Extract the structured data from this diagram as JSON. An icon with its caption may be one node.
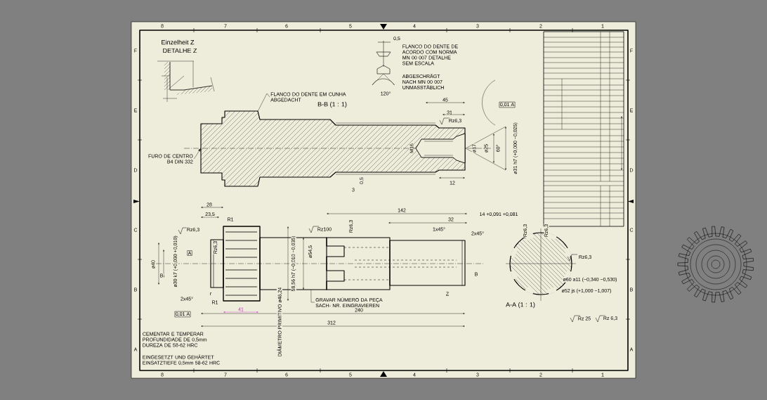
{
  "diagram": {
    "nodes": [
      {
        "text": [
          "FLANCO DO DENTE EM CUNHA ABGEDACHT"
        ]
      },
      {
        "text": [
          "FURO DE CENTRO B4 DIN 332"
        ]
      },
      {
        "text": [
          "GRAVAR NÚMERO DA PEÇA SACH- NR. EINGRAVIEREN"
        ]
      },
      {
        "text": [],
        "shape": "picture"
      },
      {
        "text": [],
        "shape": "picture"
      }
    ],
    "edges": [
      {
        "from": 0,
        "to": 3,
        "arrow": "none"
      },
      {
        "from": 1,
        "to": 3,
        "arrow": "to"
      },
      {
        "from": 2,
        "to": 4,
        "arrow": "none"
      }
    ],
    "labels": [
      "8",
      "7",
      "6",
      "5",
      "4",
      "3",
      "2",
      "1",
      "8",
      "7",
      "6",
      "5",
      "4",
      "3",
      "2",
      "1",
      "F",
      "E",
      "D",
      "C",
      "B",
      "A",
      "F",
      "E",
      "D",
      "C",
      "B",
      "A",
      "Einzelheit Z",
      "DETALHE Z",
      "0,5",
      "FLANCO DO DENTE DE ACORDO COM NORMA MN 00 007 DETALHE SEM ESCALA",
      "ABGESCHRÄGT NACH MN 00 007 UNMASSTÄBLICH",
      "120°",
      "B-B (1 : 1)",
      "45",
      "31",
      "Rz6,3",
      "0,01 A",
      "M16",
      "ø17",
      "ø25",
      "60°",
      "ø31 h7 (+0,000 −0,025)",
      "0,5",
      "3",
      "12",
      "28",
      "23,5",
      "R1",
      "Rz6,3",
      "Rz6,3",
      "A",
      "ø40",
      "ø30 k7 (+0,030 +0,010)",
      "B",
      "2x45°",
      "r",
      "R1",
      "0,01 A",
      "41",
      "Rz100",
      "58,56 h7 (−0,010 −0,035)",
      "ø54,5",
      "DIÂMETRO PRIMITIVO ø46,24",
      "142",
      "32",
      "Rz6,3",
      "1x45°",
      "2x45°",
      "B",
      "Z",
      "240",
      "312",
      "14 +0,091 +0,081",
      "Rz6,3",
      "Rz6,3",
      "Rz6,3",
      "ø60 a11 (−0,340 −0,530)",
      "ø52 js (+1,000 −1,007)",
      "A-A (1 : 1)",
      "Rz 25",
      "Rz 6,3",
      "CEMENTAR E TEMPERAR PROFUNDIDADE DE 0,5mm DUREZA DE 58-62 HRC",
      "EINGESETZT UND GEHÄRTET EINSATZTIEFE 0,5mm 58-62 HRC"
    ]
  }
}
